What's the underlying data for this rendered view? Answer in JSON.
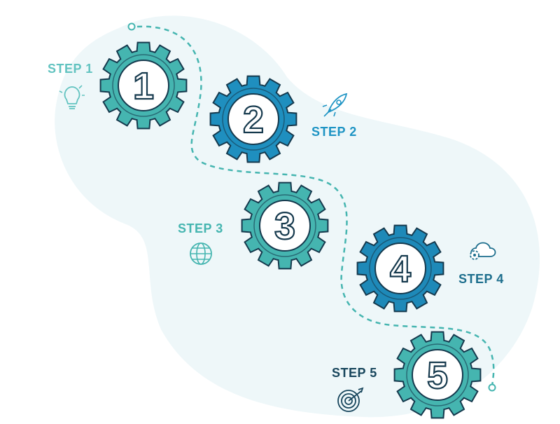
{
  "steps": [
    {
      "number": "1",
      "label": "STEP 1",
      "icon": "lightbulb-icon",
      "color": "#62c3c0",
      "gear": "#45b5b0"
    },
    {
      "number": "2",
      "label": "STEP 2",
      "icon": "rocket-icon",
      "color": "#1e94c4",
      "gear": "#1f8fbf"
    },
    {
      "number": "3",
      "label": "STEP 3",
      "icon": "globe-icon",
      "color": "#45b5b0",
      "gear": "#45b5b0"
    },
    {
      "number": "4",
      "label": "STEP 4",
      "icon": "cloud-gear-icon",
      "color": "#1d6e8d",
      "gear": "#1e89b8"
    },
    {
      "number": "5",
      "label": "STEP 5",
      "icon": "target-icon",
      "color": "#17455c",
      "gear": "#45b5b0"
    }
  ],
  "colors": {
    "blob": "#eef7f9",
    "outline": "#15394d",
    "path": "#45b5b0"
  }
}
